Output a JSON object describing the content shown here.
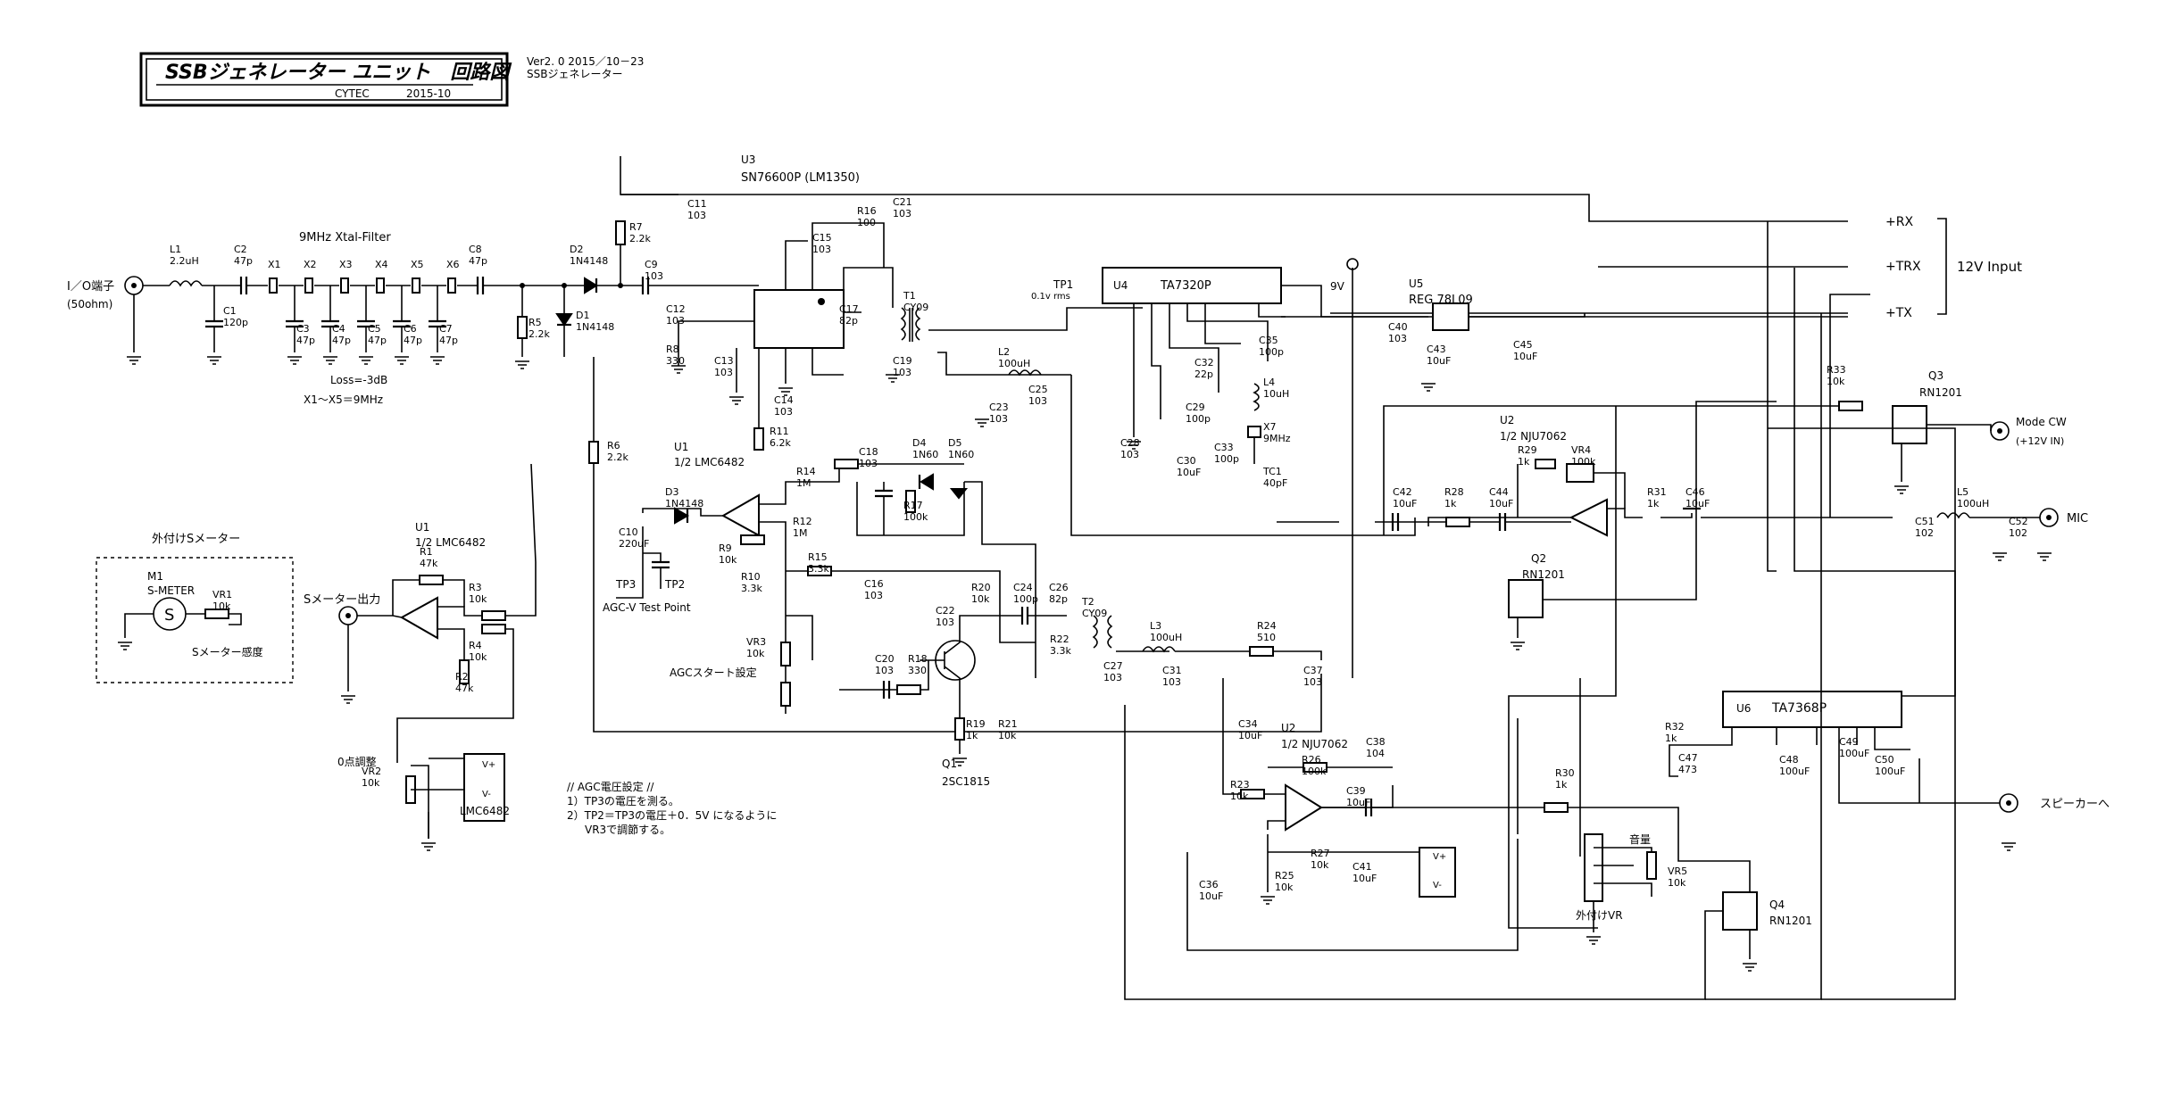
{
  "title_block": {
    "title": "SSBジェネレーター ユニット　回路図",
    "company": "CYTEC",
    "date": "2015-10",
    "version": "Ver2. 0  2015／10－23",
    "subtitle": "SSBジェネレーター"
  },
  "labels": {
    "io_port": "I／O端子",
    "io_ohm": "(50ohm)",
    "xtal_filter": "9MHz Xtal-Filter",
    "loss": "Loss=-3dB",
    "x_range": "X1～X5＝9MHz",
    "u3_name": "U3",
    "u3_part": "SN76600P  (LM1350)",
    "u4_name": "U4",
    "u4_part": "TA7320P",
    "u5_name": "U5",
    "u5_part": "REG  78L09",
    "v9": "9V",
    "tp1": "TP1",
    "tp1_level": "0.1v  rms",
    "rx": "+RX",
    "trx": "+TRX",
    "tx": "+TX",
    "v12_input": "12V  Input",
    "q3": "Q3",
    "q3_part": "RN1201",
    "mode_cw": "Mode CW",
    "mode_cw_v": "(+12V IN)",
    "mic": "MIC",
    "u2_top": "U2",
    "u2_top_part": "1/2 NJU7062",
    "u2_bot": "U2",
    "u2_bot_part": "1/2 NJU7062",
    "q2": "Q2",
    "q2_part": "RN1201",
    "u1_top": "U1",
    "u1_top_part": "1/2 LMC6482",
    "u1_bot": "U1",
    "u1_bot_part": "1/2 LMC6482",
    "s_meter_out": "Sメーター出力",
    "ext_s_meter": "外付けSメーター",
    "m1": "M1",
    "m1_part": "S-METER",
    "s_sens": "Sメーター感度",
    "zero_adj": "0点調整",
    "lmc6482": "LMC6482",
    "tp3": "TP3",
    "tp2": "TP2",
    "agc_tp": "AGC-V Test Point",
    "agc_start": "AGCスタート設定",
    "agc_note1": "// AGC電圧設定 //",
    "agc_note2": "1）TP3の電圧を測る。",
    "agc_note3": "2）TP2＝TP3の電圧＋0．5V  になるように",
    "agc_note4": "VR3で調節する。",
    "q1": "Q1",
    "q1_part": "2SC1815",
    "u6": "U6",
    "u6_part": "TA7368P",
    "speaker": "スピーカーへ",
    "volume": "音量",
    "ext_vr": "外付けVR",
    "q4": "Q4",
    "q4_part": "RN1201",
    "vplus": "V+",
    "vminus": "V-"
  },
  "components": [
    {
      "ref": "L1",
      "val": "2.2uH"
    },
    {
      "ref": "C1",
      "val": "120p"
    },
    {
      "ref": "C2",
      "val": "47p"
    },
    {
      "ref": "X1",
      "val": ""
    },
    {
      "ref": "X2",
      "val": ""
    },
    {
      "ref": "X3",
      "val": ""
    },
    {
      "ref": "X4",
      "val": ""
    },
    {
      "ref": "X5",
      "val": ""
    },
    {
      "ref": "X6",
      "val": ""
    },
    {
      "ref": "C3",
      "val": "47p"
    },
    {
      "ref": "C4",
      "val": "47p"
    },
    {
      "ref": "C5",
      "val": "47p"
    },
    {
      "ref": "C6",
      "val": "47p"
    },
    {
      "ref": "C7",
      "val": "47p"
    },
    {
      "ref": "C8",
      "val": "47p"
    },
    {
      "ref": "R5",
      "val": "2.2k"
    },
    {
      "ref": "D1",
      "val": "1N4148"
    },
    {
      "ref": "D2",
      "val": "1N4148"
    },
    {
      "ref": "R7",
      "val": "2.2k"
    },
    {
      "ref": "C9",
      "val": "103"
    },
    {
      "ref": "C11",
      "val": "103"
    },
    {
      "ref": "C12",
      "val": "103"
    },
    {
      "ref": "R8",
      "val": "330"
    },
    {
      "ref": "C13",
      "val": "103"
    },
    {
      "ref": "C14",
      "val": "103"
    },
    {
      "ref": "C15",
      "val": "103"
    },
    {
      "ref": "R16",
      "val": "100"
    },
    {
      "ref": "C21",
      "val": "103"
    },
    {
      "ref": "C17",
      "val": "82p"
    },
    {
      "ref": "T1",
      "val": "CY09"
    },
    {
      "ref": "C19",
      "val": "103"
    },
    {
      "ref": "R11",
      "val": "6.2k"
    },
    {
      "ref": "L2",
      "val": "100uH"
    },
    {
      "ref": "C23",
      "val": "103"
    },
    {
      "ref": "C25",
      "val": "103"
    },
    {
      "ref": "C28",
      "val": "103"
    },
    {
      "ref": "C30",
      "val": "10uF"
    },
    {
      "ref": "C29",
      "val": "100p"
    },
    {
      "ref": "C32",
      "val": "22p"
    },
    {
      "ref": "C33",
      "val": "100p"
    },
    {
      "ref": "C35",
      "val": "100p"
    },
    {
      "ref": "L4",
      "val": "10uH"
    },
    {
      "ref": "X7",
      "val": "9MHz"
    },
    {
      "ref": "TC1",
      "val": "40pF"
    },
    {
      "ref": "C40",
      "val": "103"
    },
    {
      "ref": "C43",
      "val": "10uF"
    },
    {
      "ref": "C45",
      "val": "10uF"
    },
    {
      "ref": "R33",
      "val": "10k"
    },
    {
      "ref": "R29",
      "val": "1k"
    },
    {
      "ref": "VR4",
      "val": "100k"
    },
    {
      "ref": "C42",
      "val": "10uF"
    },
    {
      "ref": "R28",
      "val": "1k"
    },
    {
      "ref": "C44",
      "val": "10uF"
    },
    {
      "ref": "R31",
      "val": "1k"
    },
    {
      "ref": "C46",
      "val": "10uF"
    },
    {
      "ref": "L5",
      "val": "100uH"
    },
    {
      "ref": "C51",
      "val": "102"
    },
    {
      "ref": "C52",
      "val": "102"
    },
    {
      "ref": "R6",
      "val": "2.2k"
    },
    {
      "ref": "D3",
      "val": "1N4148"
    },
    {
      "ref": "C10",
      "val": "220uF"
    },
    {
      "ref": "R14",
      "val": "1M"
    },
    {
      "ref": "R9",
      "val": "10k"
    },
    {
      "ref": "R12",
      "val": "1M"
    },
    {
      "ref": "R10",
      "val": "3.3k"
    },
    {
      "ref": "R15",
      "val": "3.3k"
    },
    {
      "ref": "C18",
      "val": "103"
    },
    {
      "ref": "R17",
      "val": "100k"
    },
    {
      "ref": "D4",
      "val": "1N60"
    },
    {
      "ref": "D5",
      "val": "1N60"
    },
    {
      "ref": "VR3",
      "val": "10k"
    },
    {
      "ref": "C16",
      "val": "103"
    },
    {
      "ref": "R20",
      "val": "10k"
    },
    {
      "ref": "C22",
      "val": "103"
    },
    {
      "ref": "C24",
      "val": "100p"
    },
    {
      "ref": "C26",
      "val": "82p"
    },
    {
      "ref": "T2",
      "val": "CY09"
    },
    {
      "ref": "R22",
      "val": "3.3k"
    },
    {
      "ref": "L3",
      "val": "100uH"
    },
    {
      "ref": "C27",
      "val": "103"
    },
    {
      "ref": "C31",
      "val": "103"
    },
    {
      "ref": "R24",
      "val": "510"
    },
    {
      "ref": "C37",
      "val": "103"
    },
    {
      "ref": "C20",
      "val": "103"
    },
    {
      "ref": "R18",
      "val": "330"
    },
    {
      "ref": "R19",
      "val": "1k"
    },
    {
      "ref": "R21",
      "val": "10k"
    },
    {
      "ref": "R1",
      "val": "47k"
    },
    {
      "ref": "R3",
      "val": "10k"
    },
    {
      "ref": "R4",
      "val": "10k"
    },
    {
      "ref": "R2",
      "val": "47k"
    },
    {
      "ref": "VR1",
      "val": "10k"
    },
    {
      "ref": "VR2",
      "val": "10k"
    },
    {
      "ref": "C34",
      "val": "10uF"
    },
    {
      "ref": "R26",
      "val": "100k"
    },
    {
      "ref": "C38",
      "val": "104"
    },
    {
      "ref": "R23",
      "val": "10k"
    },
    {
      "ref": "C39",
      "val": "10uF"
    },
    {
      "ref": "R27",
      "val": "10k"
    },
    {
      "ref": "R25",
      "val": "10k"
    },
    {
      "ref": "C36",
      "val": "10uF"
    },
    {
      "ref": "C41",
      "val": "10uF"
    },
    {
      "ref": "R32",
      "val": "1k"
    },
    {
      "ref": "C47",
      "val": "473"
    },
    {
      "ref": "C48",
      "val": "100uF"
    },
    {
      "ref": "C49",
      "val": "100uF"
    },
    {
      "ref": "C50",
      "val": "100uF"
    },
    {
      "ref": "R30",
      "val": "1k"
    },
    {
      "ref": "VR5",
      "val": "10k"
    }
  ]
}
